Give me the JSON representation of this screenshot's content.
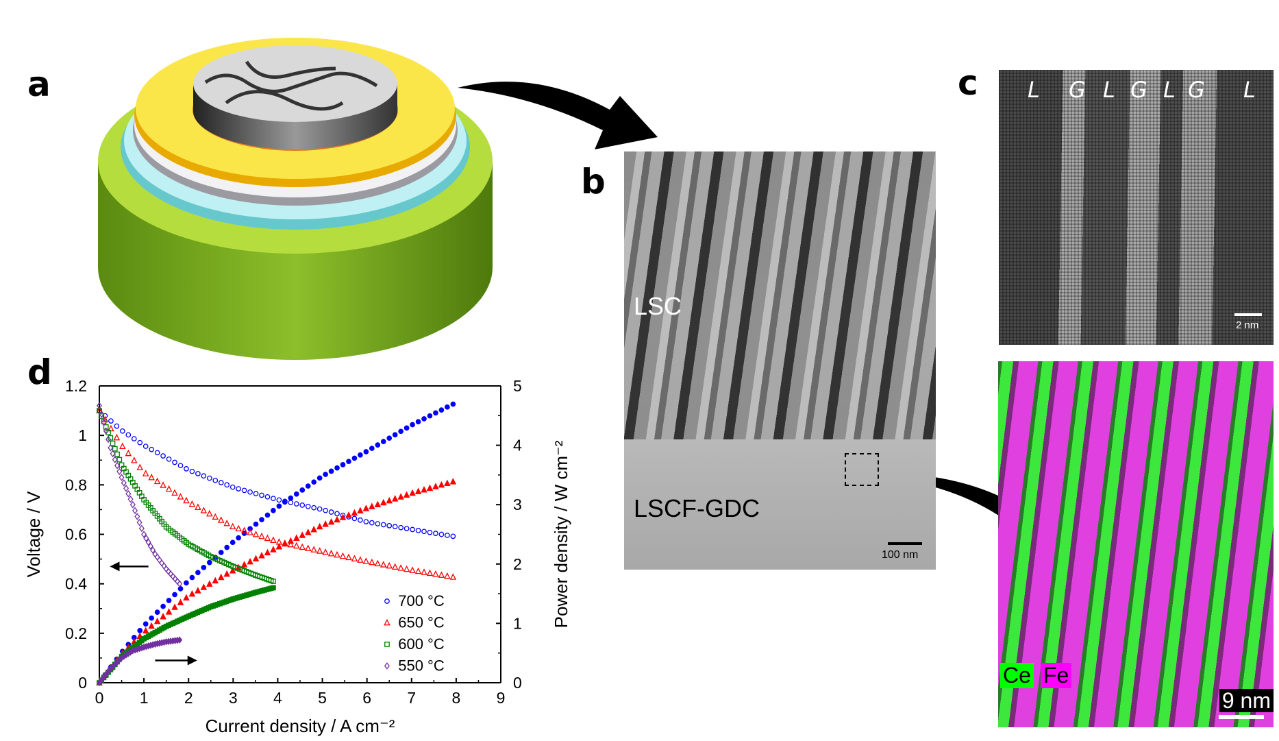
{
  "panels": {
    "a": {
      "label": "a"
    },
    "b": {
      "label": "b",
      "layer_top": "LSC",
      "layer_bottom": "LSCF-GDC",
      "scale_bar": "100 nm"
    },
    "c": {
      "label": "c",
      "stack_labels": [
        "L",
        "G",
        "L",
        "G",
        "L",
        "G",
        "L"
      ],
      "scale_bar": "2 nm",
      "eds_elements": [
        {
          "name": "Ce",
          "color": "#00ff00"
        },
        {
          "name": "Fe",
          "color": "#ff00ff"
        }
      ],
      "eds_scale_bar": "9 nm"
    },
    "d": {
      "label": "d"
    }
  },
  "chart_data": {
    "type": "scatter",
    "title": "",
    "xlabel": "Current density / A cm⁻²",
    "ylabel": "Voltage / V",
    "y2label": "Power density / W cm⁻²",
    "xlim": [
      0,
      9
    ],
    "ylim": [
      0,
      1.2
    ],
    "y2lim": [
      0,
      5
    ],
    "xticks": [
      "0",
      "1",
      "2",
      "3",
      "4",
      "5",
      "6",
      "7",
      "8",
      "9"
    ],
    "yticks": [
      "0",
      "0.2",
      "0.4",
      "0.6",
      "0.8",
      "1",
      "1.2"
    ],
    "y2ticks": [
      "0",
      "1",
      "2",
      "3",
      "4",
      "5"
    ],
    "legend_position": "bottom-right",
    "series": [
      {
        "name": "700 °C",
        "color": "#0000ff",
        "marker": "circle",
        "current": [
          0,
          0.5,
          1,
          2,
          3,
          4,
          5,
          6,
          7,
          8
        ],
        "voltage": [
          1.1,
          1.02,
          0.96,
          0.86,
          0.79,
          0.74,
          0.7,
          0.65,
          0.62,
          0.59
        ],
        "power": [
          0,
          0.51,
          0.96,
          1.72,
          2.37,
          2.96,
          3.48,
          3.9,
          4.34,
          4.72
        ]
      },
      {
        "name": "650 °C",
        "color": "#ff0000",
        "marker": "triangle",
        "current": [
          0,
          0.5,
          1,
          2,
          3,
          4,
          5,
          6,
          7,
          8
        ],
        "voltage": [
          1.1,
          0.96,
          0.85,
          0.73,
          0.63,
          0.57,
          0.53,
          0.49,
          0.455,
          0.425
        ],
        "power": [
          0,
          0.48,
          0.85,
          1.46,
          1.89,
          2.28,
          2.65,
          2.94,
          3.19,
          3.4
        ]
      },
      {
        "name": "600 °C",
        "color": "#008000",
        "marker": "square",
        "current": [
          0,
          0.5,
          1,
          1.5,
          2,
          2.5,
          3,
          3.5,
          3.9
        ],
        "voltage": [
          1.1,
          0.88,
          0.74,
          0.63,
          0.56,
          0.51,
          0.47,
          0.435,
          0.41
        ],
        "power": [
          0,
          0.44,
          0.74,
          0.95,
          1.12,
          1.28,
          1.41,
          1.52,
          1.6
        ]
      },
      {
        "name": "550 °C",
        "color": "#7030a0",
        "marker": "diamond",
        "current": [
          0,
          0.25,
          0.5,
          0.75,
          1,
          1.25,
          1.5,
          1.8
        ],
        "voltage": [
          1.12,
          0.95,
          0.83,
          0.72,
          0.6,
          0.52,
          0.46,
          0.4
        ],
        "power": [
          0,
          0.24,
          0.42,
          0.54,
          0.6,
          0.65,
          0.69,
          0.72
        ]
      }
    ]
  }
}
